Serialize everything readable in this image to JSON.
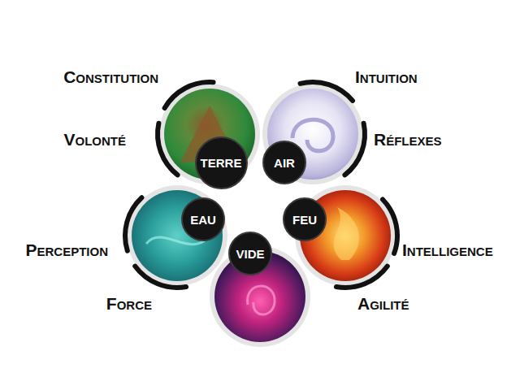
{
  "diagram": {
    "nodes": [
      {
        "text": [
          "TERRE"
        ]
      },
      {
        "text": [
          "AIR"
        ]
      },
      {
        "text": [
          "EAU"
        ]
      },
      {
        "text": [
          "FEU"
        ]
      },
      {
        "text": [
          "VIDE"
        ]
      }
    ],
    "labels": [
      "Constitution",
      "Intuition",
      "Volonté",
      "Réflexes",
      "Perception",
      "Intelligence",
      "Force",
      "Agilité"
    ]
  }
}
